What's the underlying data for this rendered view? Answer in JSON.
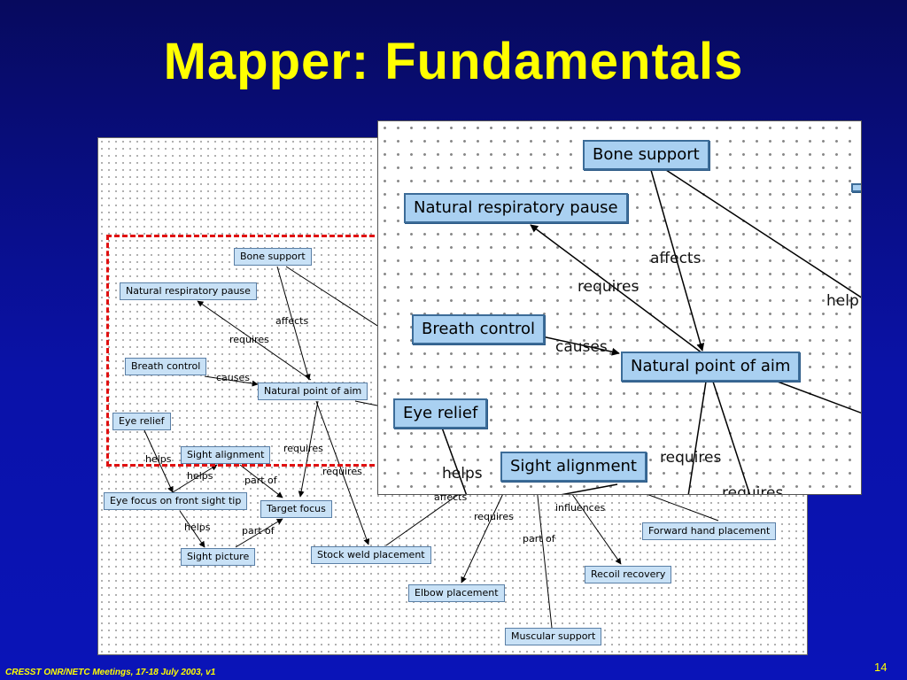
{
  "slide": {
    "title": "Mapper: Fundamentals",
    "footer": "CRESST ONR/NETC Meetings, 17-18 July 2003, v1",
    "page_number": "14",
    "title_color": "#ffff00",
    "highlight_color": "#e01010"
  },
  "map": {
    "nodes": {
      "bone_support": "Bone support",
      "natural_respiratory_pause": "Natural respiratory pause",
      "breath_control": "Breath control",
      "natural_point_of_aim": "Natural point of aim",
      "eye_relief": "Eye relief",
      "sight_alignment": "Sight alignment",
      "eye_focus": "Eye focus on front sight tip",
      "target_focus": "Target focus",
      "sight_picture": "Sight picture",
      "stock_weld": "Stock weld placement",
      "elbow_placement": "Elbow placement",
      "muscular_support": "Muscular support",
      "forward_hand": "Forward hand placement",
      "recoil_recovery": "Recoil recovery"
    },
    "links": {
      "affects_1": "affects",
      "requires_1": "requires",
      "causes_1": "causes",
      "helps_1": "helps",
      "helps_2": "helps",
      "requires_2": "requires",
      "requires_3": "requires",
      "part_of_1": "part of",
      "helps_3": "helps",
      "part_of_2": "part of",
      "affects_2": "affects",
      "requires_4": "requires",
      "influences_1": "influences",
      "part_of_3": "part of"
    }
  },
  "zoom": {
    "nodes": {
      "bone_support": "Bone support",
      "natural_respiratory_pause": "Natural respiratory pause",
      "breath_control": "Breath control",
      "natural_point_of_aim": "Natural point of aim",
      "eye_relief": "Eye relief",
      "sight_alignment": "Sight alignment"
    },
    "links": {
      "affects": "affects",
      "requires_1": "requires",
      "causes": "causes",
      "helps_partial": "help",
      "helps": "helps",
      "requires_2": "requires",
      "requires_3": "requires"
    }
  }
}
